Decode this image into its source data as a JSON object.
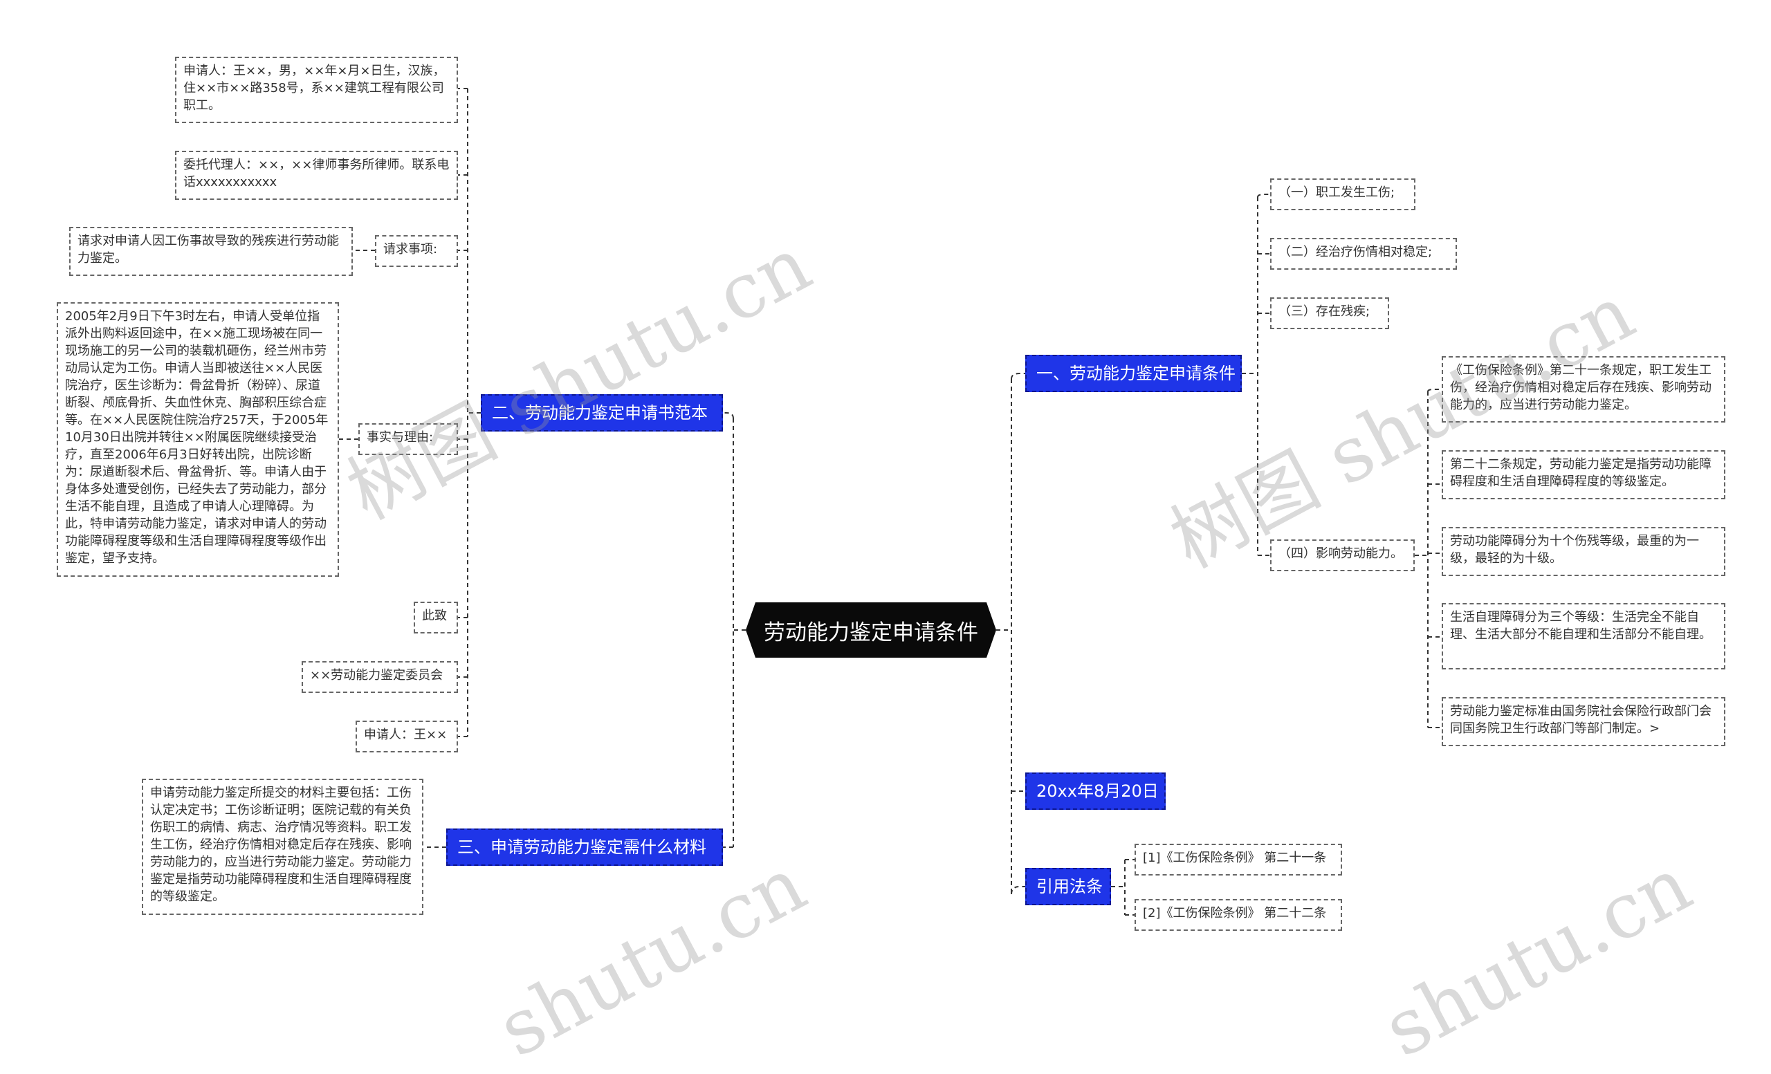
{
  "root": {
    "label": "劳动能力鉴定申请条件"
  },
  "right": {
    "conditions": {
      "label": "一、劳动能力鉴定申请条件",
      "items": [
        "（一）职工发生工伤;",
        "（二）经治疗伤情相对稳定;",
        "（三）存在残疾;",
        "（四）影响劳动能力。"
      ],
      "details": [
        "《工伤保险条例》第二十一条规定，职工发生工伤，经治疗伤情相对稳定后存在残疾、影响劳动能力的，应当进行劳动能力鉴定。",
        "第二十二条规定，劳动能力鉴定是指劳动功能障碍程度和生活自理障碍程度的等级鉴定。",
        "劳动功能障碍分为十个伤残等级，最重的为一级，最轻的为十级。",
        "生活自理障碍分为三个等级：生活完全不能自理、生活大部分不能自理和生活部分不能自理。",
        "劳动能力鉴定标准由国务院社会保险行政部门会同国务院卫生行政部门等部门制定。>"
      ]
    },
    "date": {
      "label": "20xx年8月20日"
    },
    "laws": {
      "label": "引用法条",
      "items": [
        "[1]《工伤保险条例》 第二十一条",
        "[2]《工伤保险条例》 第二十二条"
      ]
    }
  },
  "left": {
    "template": {
      "label": "二、劳动能力鉴定申请书范本",
      "applicant": "申请人：王××，男，××年×月×日生，汉族，住××市××路358号，系××建筑工程有限公司职工。",
      "agent": "委托代理人：××，××律师事务所律师。联系电话xxxxxxxxxxx",
      "request_label": "请求事项:",
      "request_text": "请求对申请人因工伤事故导致的残疾进行劳动能力鉴定。",
      "facts_label": "事实与理由:",
      "facts_text": "2005年2月9日下午3时左右，申请人受单位指派外出购料返回途中，在××施工现场被在同一现场施工的另一公司的装载机砸伤，经兰州市劳动局认定为工伤。申请人当即被送往××人民医院治疗，医生诊断为：骨盆骨折（粉碎）、尿道断裂、颅底骨折、失血性休克、胸部积压综合症等。在××人民医院住院治疗257天，于2005年10月30日出院并转往××附属医院继续接受治疗，直至2006年6月3日好转出院，出院诊断为：尿道断裂术后、骨盆骨折、等。申请人由于身体多处遭受创伤，已经失去了劳动能力，部分生活不能自理，且造成了申请人心理障碍。为此，特申请劳动能力鉴定，请求对申请人的劳动功能障碍程度等级和生活自理障碍程度等级作出鉴定，望予支持。",
      "closing": "此致",
      "committee": "××劳动能力鉴定委员会",
      "signature": "申请人：王××"
    },
    "materials": {
      "label": "三、申请劳动能力鉴定需什么材料",
      "text": "申请劳动能力鉴定所提交的材料主要包括：工伤认定决定书；工伤诊断证明；医院记载的有关负伤职工的病情、病志、治疗情况等资料。职工发生工伤，经治疗伤情相对稳定后存在残疾、影响劳动能力的，应当进行劳动能力鉴定。劳动能力鉴定是指劳动功能障碍程度和生活自理障碍程度的等级鉴定。"
    }
  },
  "colors": {
    "branch": "#1f35e8",
    "root": "#0a0a0a",
    "line": "#333333"
  },
  "watermark": [
    "树图 shutu.cn",
    "树图 shutu.cn",
    "shutu.cn",
    "shutu.cn"
  ]
}
